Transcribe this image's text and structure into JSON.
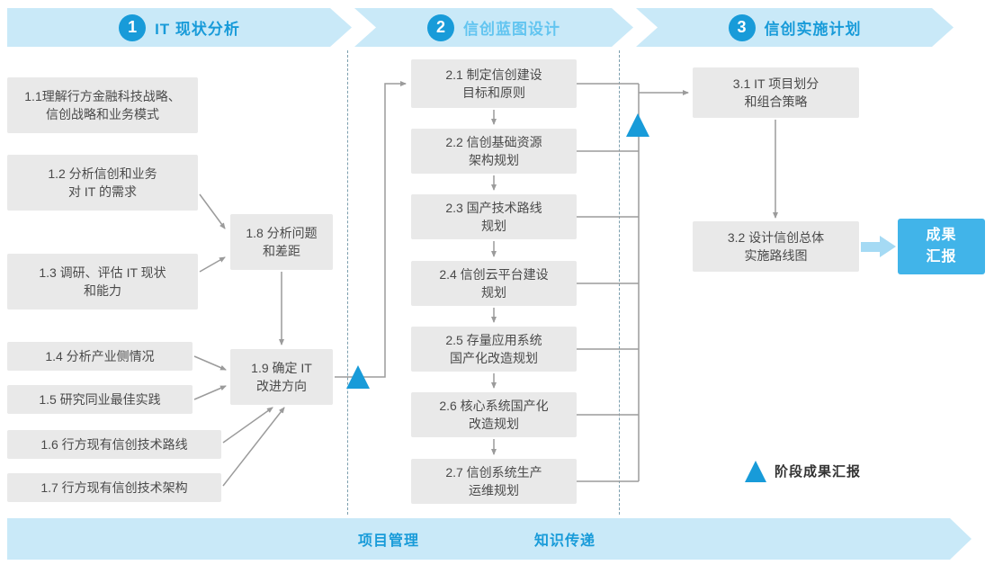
{
  "phases": [
    {
      "number": "1",
      "title": "IT 现状分析"
    },
    {
      "number": "2",
      "title": "信创蓝图设计"
    },
    {
      "number": "3",
      "title": "信创实施计划"
    }
  ],
  "phase1": {
    "b11": "1.1理解行方金融科技战略、\n信创战略和业务模式",
    "b12": "1.2 分析信创和业务\n对 IT 的需求",
    "b13": "1.3 调研、评估 IT 现状\n和能力",
    "b14": "1.4 分析产业侧情况",
    "b15": "1.5 研究同业最佳实践",
    "b16": "1.6 行方现有信创技术路线",
    "b17": "1.7 行方现有信创技术架构",
    "b18": "1.8 分析问题\n和差距",
    "b19": "1.9 确定 IT\n改进方向"
  },
  "phase2": {
    "b21": "2.1 制定信创建设\n目标和原则",
    "b22": "2.2 信创基础资源\n架构规划",
    "b23": "2.3 国产技术路线\n规划",
    "b24": "2.4 信创云平台建设\n规划",
    "b25": "2.5 存量应用系统\n国产化改造规划",
    "b26": "2.6 核心系统国产化\n改造规划",
    "b27": "2.7 信创系统生产\n运维规划"
  },
  "phase3": {
    "b31": "3.1 IT 项目划分\n和组合策略",
    "b32": "3.2 设计信创总体\n实施路线图",
    "result": "成果\n汇报"
  },
  "legend": {
    "label": "阶段成果汇报"
  },
  "footer": {
    "items": [
      "项目管理",
      "知识传递"
    ]
  },
  "colors": {
    "accent": "#189bd9",
    "accent_light": "#63c5f0",
    "banner_bg": "#c9e9f8",
    "box_bg": "#e9e9e9",
    "box_text": "#4a4a4a",
    "result_bg": "#41b4e9",
    "connector": "#9b9b9b",
    "flow_arrow": "#a5daf4",
    "divider": "#7c9fae"
  }
}
